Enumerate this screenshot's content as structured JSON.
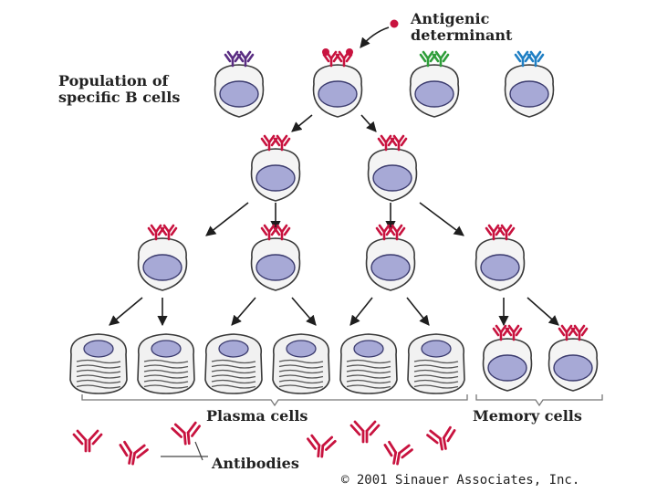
{
  "labels": {
    "antigenic_determinant": [
      "Antigenic",
      "determinant"
    ],
    "population": [
      "Population of",
      "specific B cells"
    ],
    "plasma_cells": "Plasma cells",
    "memory_cells": "Memory cells",
    "antibodies": "Antibodies",
    "copyright": "© 2001 Sinauer Associates, Inc."
  },
  "colors": {
    "receptor_purple": "#5a2d82",
    "receptor_red": "#c8133f",
    "receptor_green": "#2f9e3a",
    "receptor_blue": "#1f7fc4",
    "nucleus": "#a7a9d6",
    "cell_outline": "#3a3a3a",
    "arrow": "#1e1e1e",
    "antibody": "#c8133f"
  }
}
